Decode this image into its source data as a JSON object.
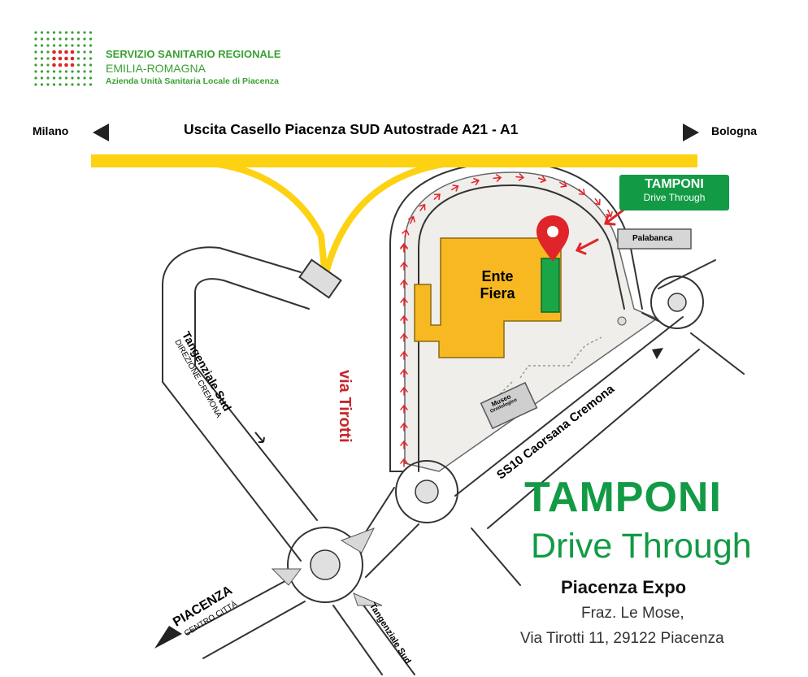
{
  "header": {
    "org_line1": "SERVIZIO SANITARIO REGIONALE",
    "org_line2": "EMILIA-ROMAGNA",
    "org_line3": "Azienda Unità Sanitaria Locale di Piacenza"
  },
  "highway": {
    "label": "Uscita Casello Piacenza SUD Autostrade A21 - A1",
    "left_dest": "Milano",
    "right_dest": "Bologna"
  },
  "map": {
    "roads": {
      "tangenziale_sud": "Tangenziale Sud",
      "tangenziale_sud_dir": "DIREZIONE CREMONA",
      "tangenziale_sud_bottom": "Tangenziale Sud",
      "piacenza": "PIACENZA",
      "piacenza_sub": "CENTRO CITTÀ",
      "ss10": "SS10 Caorsana Cremona",
      "via_tirotti": "via Tirotti"
    },
    "buildings": {
      "ente_fiera_line1": "Ente",
      "ente_fiera_line2": "Fiera",
      "palabanca": "Palabanca",
      "museo_line1": "Museo",
      "museo_line2": "Ornitologico"
    },
    "badge": {
      "title": "TAMPONI",
      "subtitle": "Drive Through"
    }
  },
  "info": {
    "title": "TAMPONI",
    "subtitle": "Drive Through",
    "venue": "Piacenza Expo",
    "address_line1": "Fraz. Le Mose,",
    "address_line2": "Via Tirotti 11, 29122 Piacenza"
  },
  "colors": {
    "highway_yellow": "#fcd212",
    "building_orange": "#f7b821",
    "brand_green": "#129a45",
    "route_red": "#e0252a",
    "area_gray": "#efeeeb"
  }
}
